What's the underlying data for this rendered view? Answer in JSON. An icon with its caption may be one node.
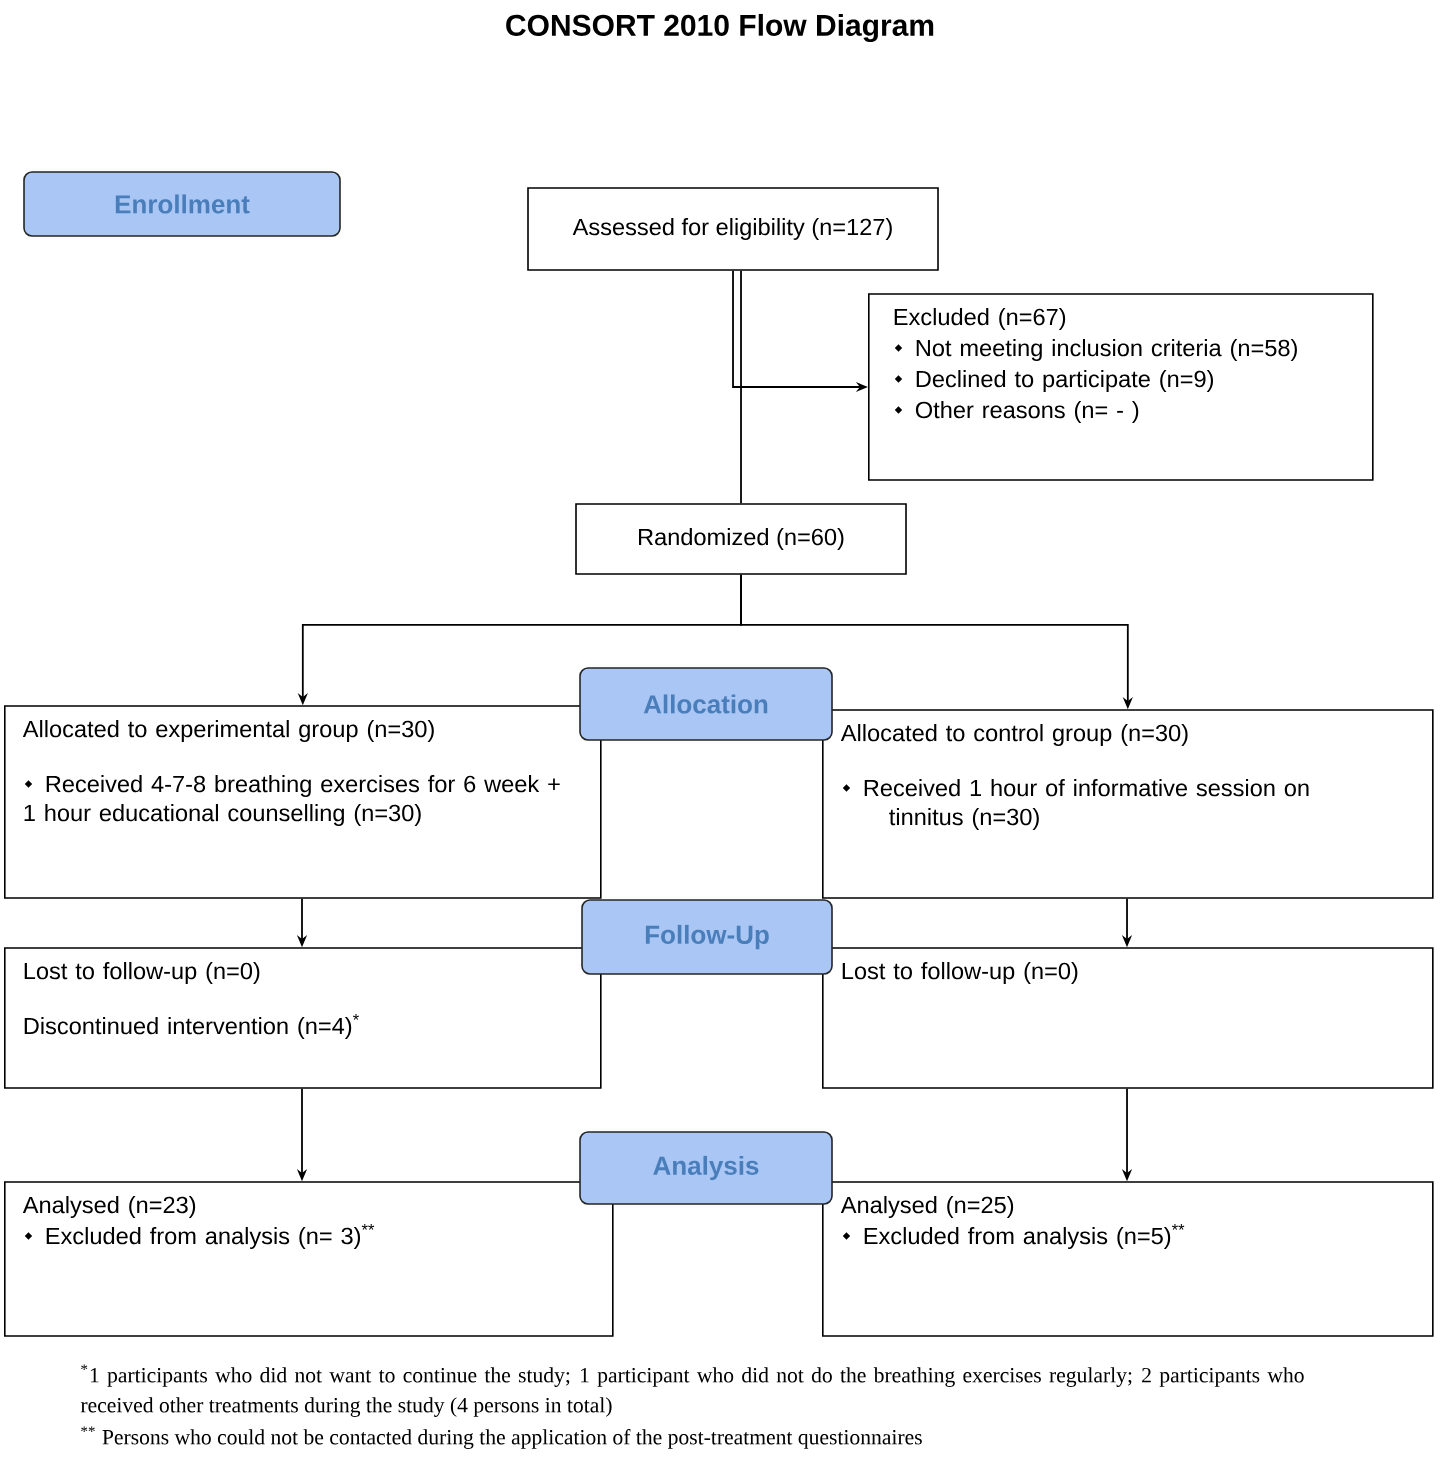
{
  "diagram": {
    "title": "CONSORT 2010 Flow Diagram",
    "nodes": [
      {
        "text": [
          "Enrollment"
        ]
      },
      {
        "text": [
          "Assessed for eligibility (n=127)"
        ]
      },
      {
        "text": [
          "Excluded (n=67)",
          "Not meeting inclusion criteria (n=58)",
          "Declined to participate (n=9)",
          "Other reasons (n= - )"
        ]
      },
      {
        "text": [
          "Randomized (n=60)"
        ]
      },
      {
        "text": [
          "Allocation"
        ]
      },
      {
        "text": [
          "Allocated to experimental group (n=30)",
          "Received 4-7-8 breathing exercises for 6 week + 1 hour educational counselling (n=30)"
        ]
      },
      {
        "text": [
          "Allocated to control group (n=30)",
          "Received 1 hour of informative session on tinnitus (n=30)"
        ]
      },
      {
        "text": [
          "Follow-Up"
        ]
      },
      {
        "text": [
          "Lost to follow-up (n=0)",
          "Discontinued intervention (n=4)$^{*}$"
        ]
      },
      {
        "text": [
          "Lost to follow-up (n=0)"
        ]
      },
      {
        "text": [
          "Analysis"
        ]
      },
      {
        "text": [
          "Analysed (n=23)",
          "Excluded from analysis (n= 3)$^{**}$"
        ]
      },
      {
        "text": [
          "Analysed (n=25)",
          "Excluded from analysis (n=5)$^{**}$"
        ]
      }
    ],
    "edges": [
      {
        "from": 1,
        "to": 3,
        "arrow": "none"
      },
      {
        "from": 1,
        "to": 2,
        "arrow": "to"
      },
      {
        "from": 3,
        "to": 5,
        "arrow": "to"
      },
      {
        "from": 3,
        "to": 6,
        "arrow": "to"
      },
      {
        "from": 5,
        "to": 8,
        "arrow": "to"
      },
      {
        "from": 6,
        "to": 9,
        "arrow": "to"
      },
      {
        "from": 8,
        "to": 11,
        "arrow": "to"
      },
      {
        "from": 9,
        "to": 12,
        "arrow": "to"
      }
    ],
    "labels": [
      "$^{*}$1 participants who did not want to continue the study; 1 participant who did not do the breathing exercises regularly; 2 participants who received other treatments during the study (4 persons in total)",
      "$^{**}$ Persons who could not be contacted during the application of the post-treatment questionnaires"
    ]
  }
}
